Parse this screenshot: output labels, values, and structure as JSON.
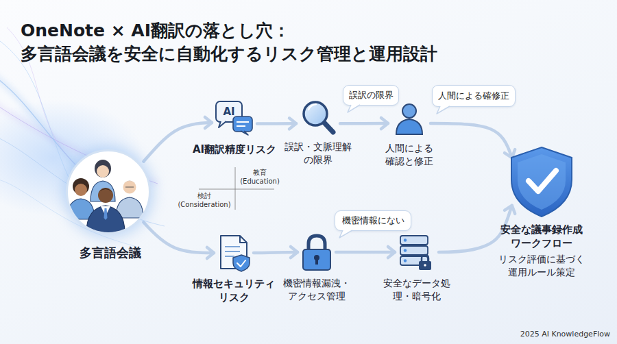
{
  "diagram": {
    "title": "OneNote × AI翻訳の落とし穴： 多言語会議を安全に自動化するリスク管理と運用設計",
    "nodes": [
      {
        "text": [
          "多言語会議"
        ]
      },
      {
        "text": [
          "AI翻訳精度リスク"
        ]
      },
      {
        "text": [
          "誤訳・文脈理解 の限界"
        ]
      },
      {
        "text": [
          "誤訳の限界"
        ]
      },
      {
        "text": [
          "人間による 確認と修正"
        ]
      },
      {
        "text": [
          "人間による確修正"
        ]
      },
      {
        "text": [
          "安全な議事録作成 ワークフロー",
          "リスク評価に基づく 運用ルール策定"
        ]
      },
      {
        "text": [
          "情報セキュリティ リスク"
        ]
      },
      {
        "text": [
          "機密情報漏洩・ アクセス管理"
        ]
      },
      {
        "text": [
          "機密情報にない"
        ]
      },
      {
        "text": [
          "安全なデータ処 理・暗号化"
        ]
      }
    ],
    "edges": [
      {
        "from": 0,
        "to": 1,
        "arrow": "to"
      },
      {
        "from": 1,
        "to": 2,
        "arrow": "to"
      },
      {
        "from": 2,
        "to": 4,
        "arrow": "to"
      },
      {
        "from": 4,
        "to": 6,
        "arrow": "to"
      },
      {
        "from": 0,
        "to": 7,
        "arrow": "to"
      },
      {
        "from": 7,
        "to": 8,
        "arrow": "to"
      },
      {
        "from": 8,
        "to": 10,
        "arrow": "to"
      },
      {
        "from": 10,
        "to": 6,
        "arrow": "to"
      }
    ],
    "labels": [
      "AI",
      "教育 (Education)",
      "検討 (Consideration)",
      "2025 AI KnowledgeFlow"
    ]
  }
}
